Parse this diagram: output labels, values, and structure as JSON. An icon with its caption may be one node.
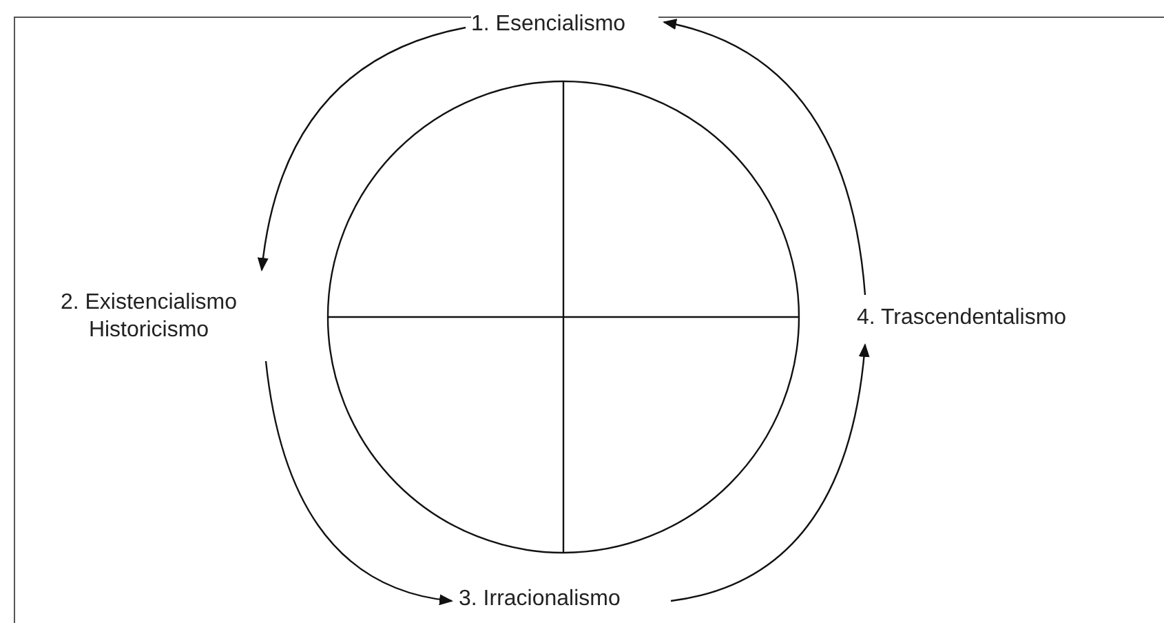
{
  "diagram": {
    "nodes": [
      {
        "text": [
          "1. Esencialismo"
        ]
      },
      {
        "text": [
          "2. Existencialismo Historicismo"
        ]
      },
      {
        "text": [
          "3. Irracionalismo"
        ]
      },
      {
        "text": [
          "4. Trascendentalismo"
        ]
      },
      {
        "text": [],
        "shape": "circle"
      }
    ],
    "edges": [
      {
        "from": 0,
        "to": 1,
        "arrow": "to"
      },
      {
        "from": 1,
        "to": 2,
        "arrow": "to"
      },
      {
        "from": 2,
        "to": 3,
        "arrow": "to"
      },
      {
        "from": 3,
        "to": 0,
        "arrow": "to"
      }
    ]
  }
}
